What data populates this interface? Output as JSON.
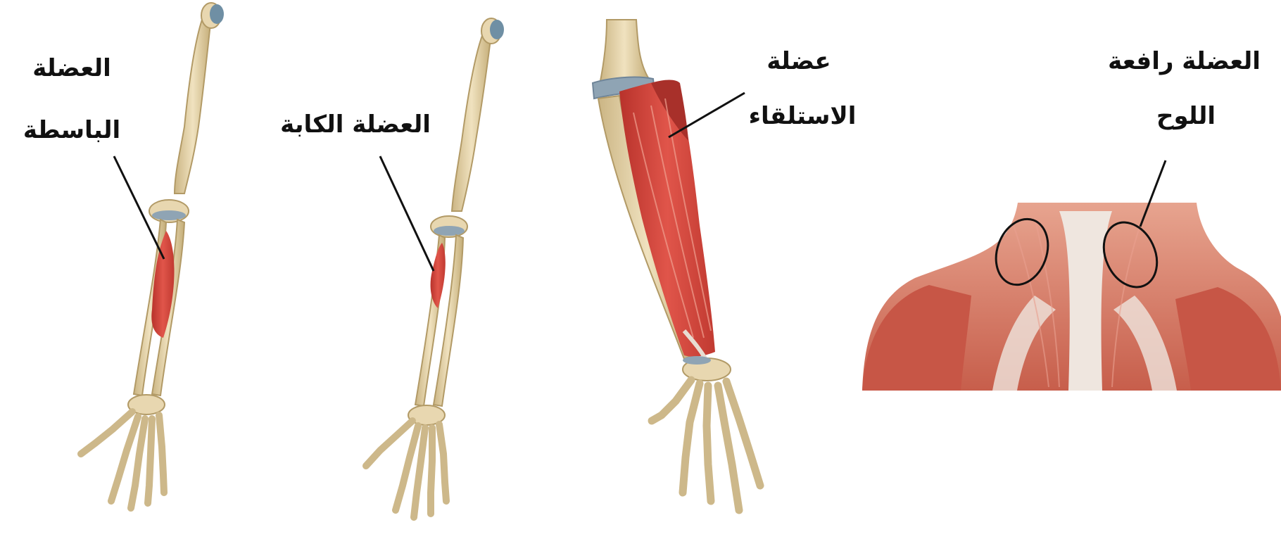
{
  "labels": {
    "extensor_line1": "العضلة",
    "extensor_line2": "الباسطة",
    "flexor": "العضلة الكابة",
    "supinator_line1": "عضلة",
    "supinator_line2": "الاستلقاء",
    "levator_line1": "العضلة رافعة",
    "levator_line2": "اللوح"
  },
  "colors": {
    "bone": "#e8d7b0",
    "bone_shade": "#c9b27f",
    "cartilage": "#8fa4b4",
    "muscle": "#d9443a",
    "muscle_light": "#e98a78",
    "skin_muscle": "#d6786a",
    "tendon": "#eee8e2",
    "leader_line": "#111111"
  },
  "icons": [
    "arm-bones-illustration",
    "forearm-muscle-illustration",
    "upper-back-muscle-illustration"
  ]
}
